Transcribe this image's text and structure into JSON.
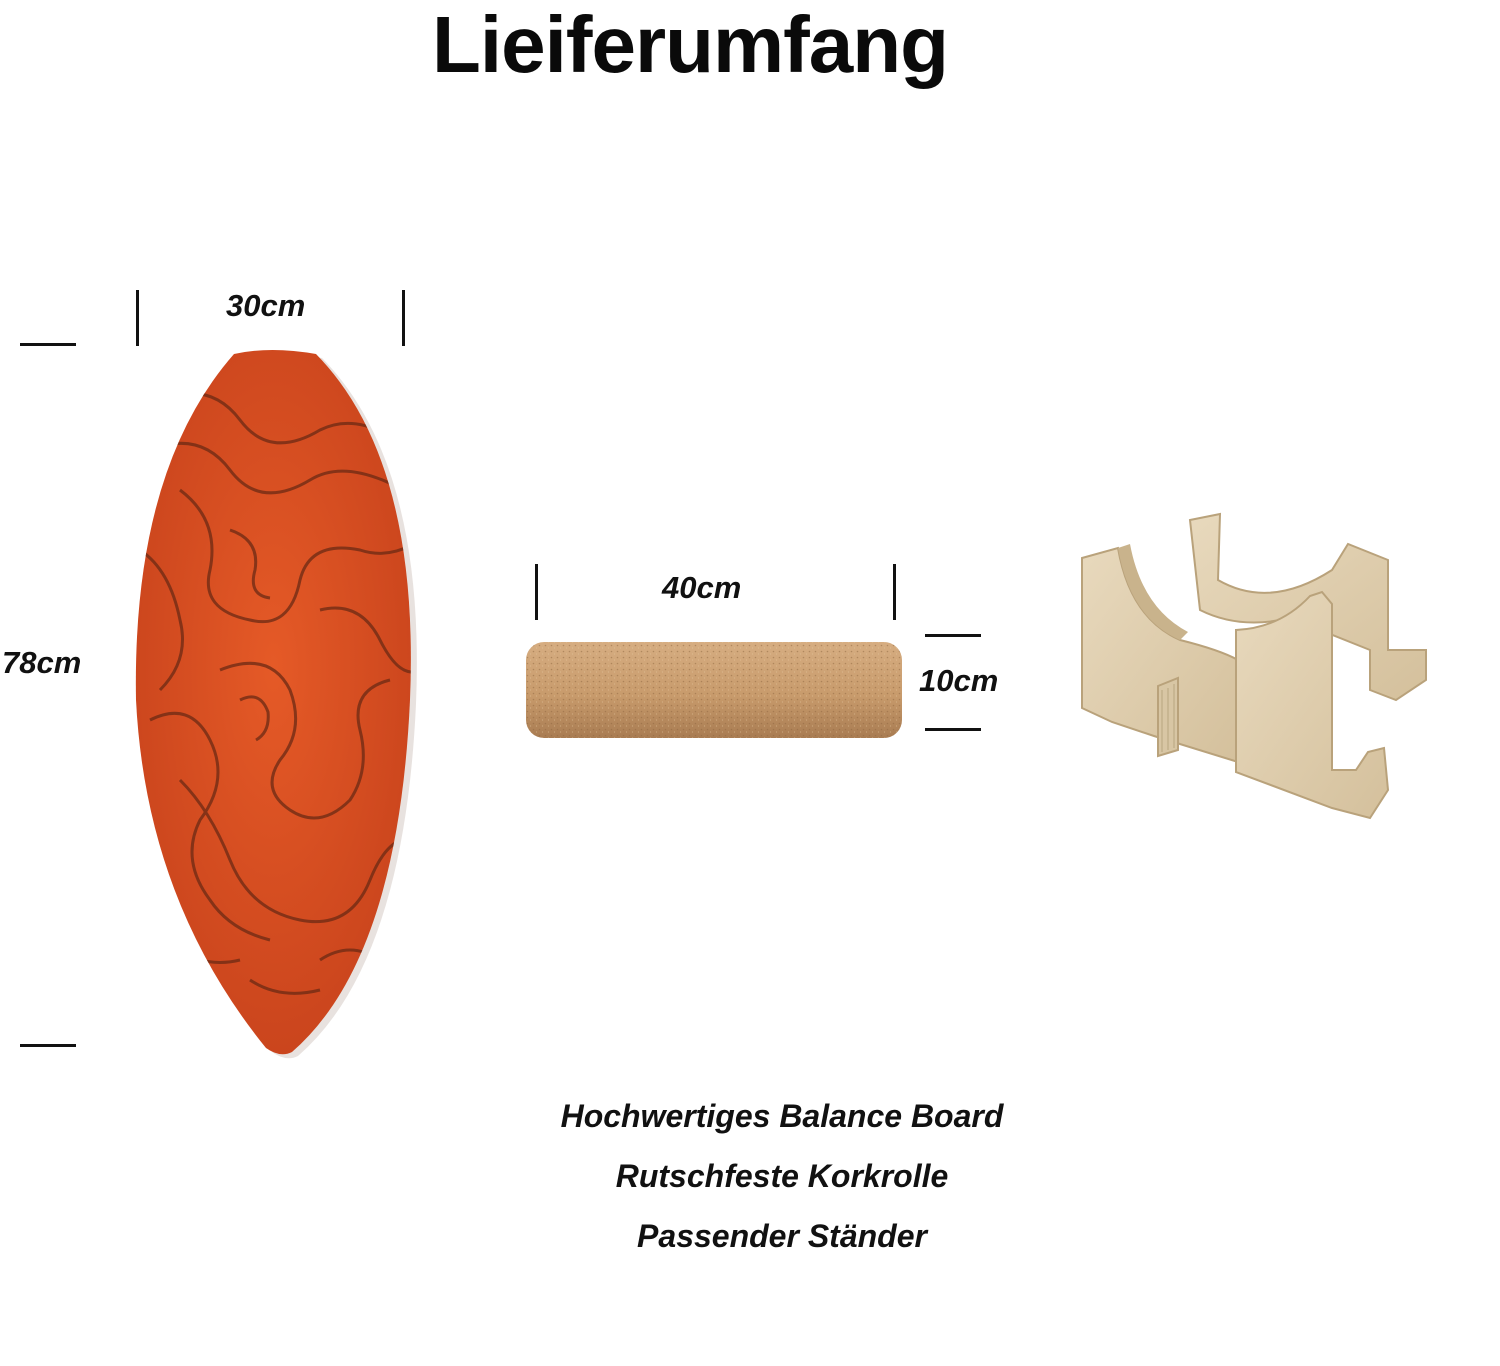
{
  "title": "Lieiferumfang",
  "dimensions": {
    "board_width": "30cm",
    "board_length": "78cm",
    "roll_length": "40cm",
    "roll_diameter": "10cm"
  },
  "captions": [
    "Hochwertiges Balance Board",
    "Rutschfeste Korkrolle",
    "Passender Ständer"
  ],
  "colors": {
    "board": "#d6491f",
    "board_grain": "#6b2a14",
    "cork": "#c79a6c",
    "plywood": "#e3d2b4"
  },
  "icons": {
    "board": "balance-board-image",
    "roll": "cork-roll-image",
    "stand": "plywood-stand-image"
  }
}
